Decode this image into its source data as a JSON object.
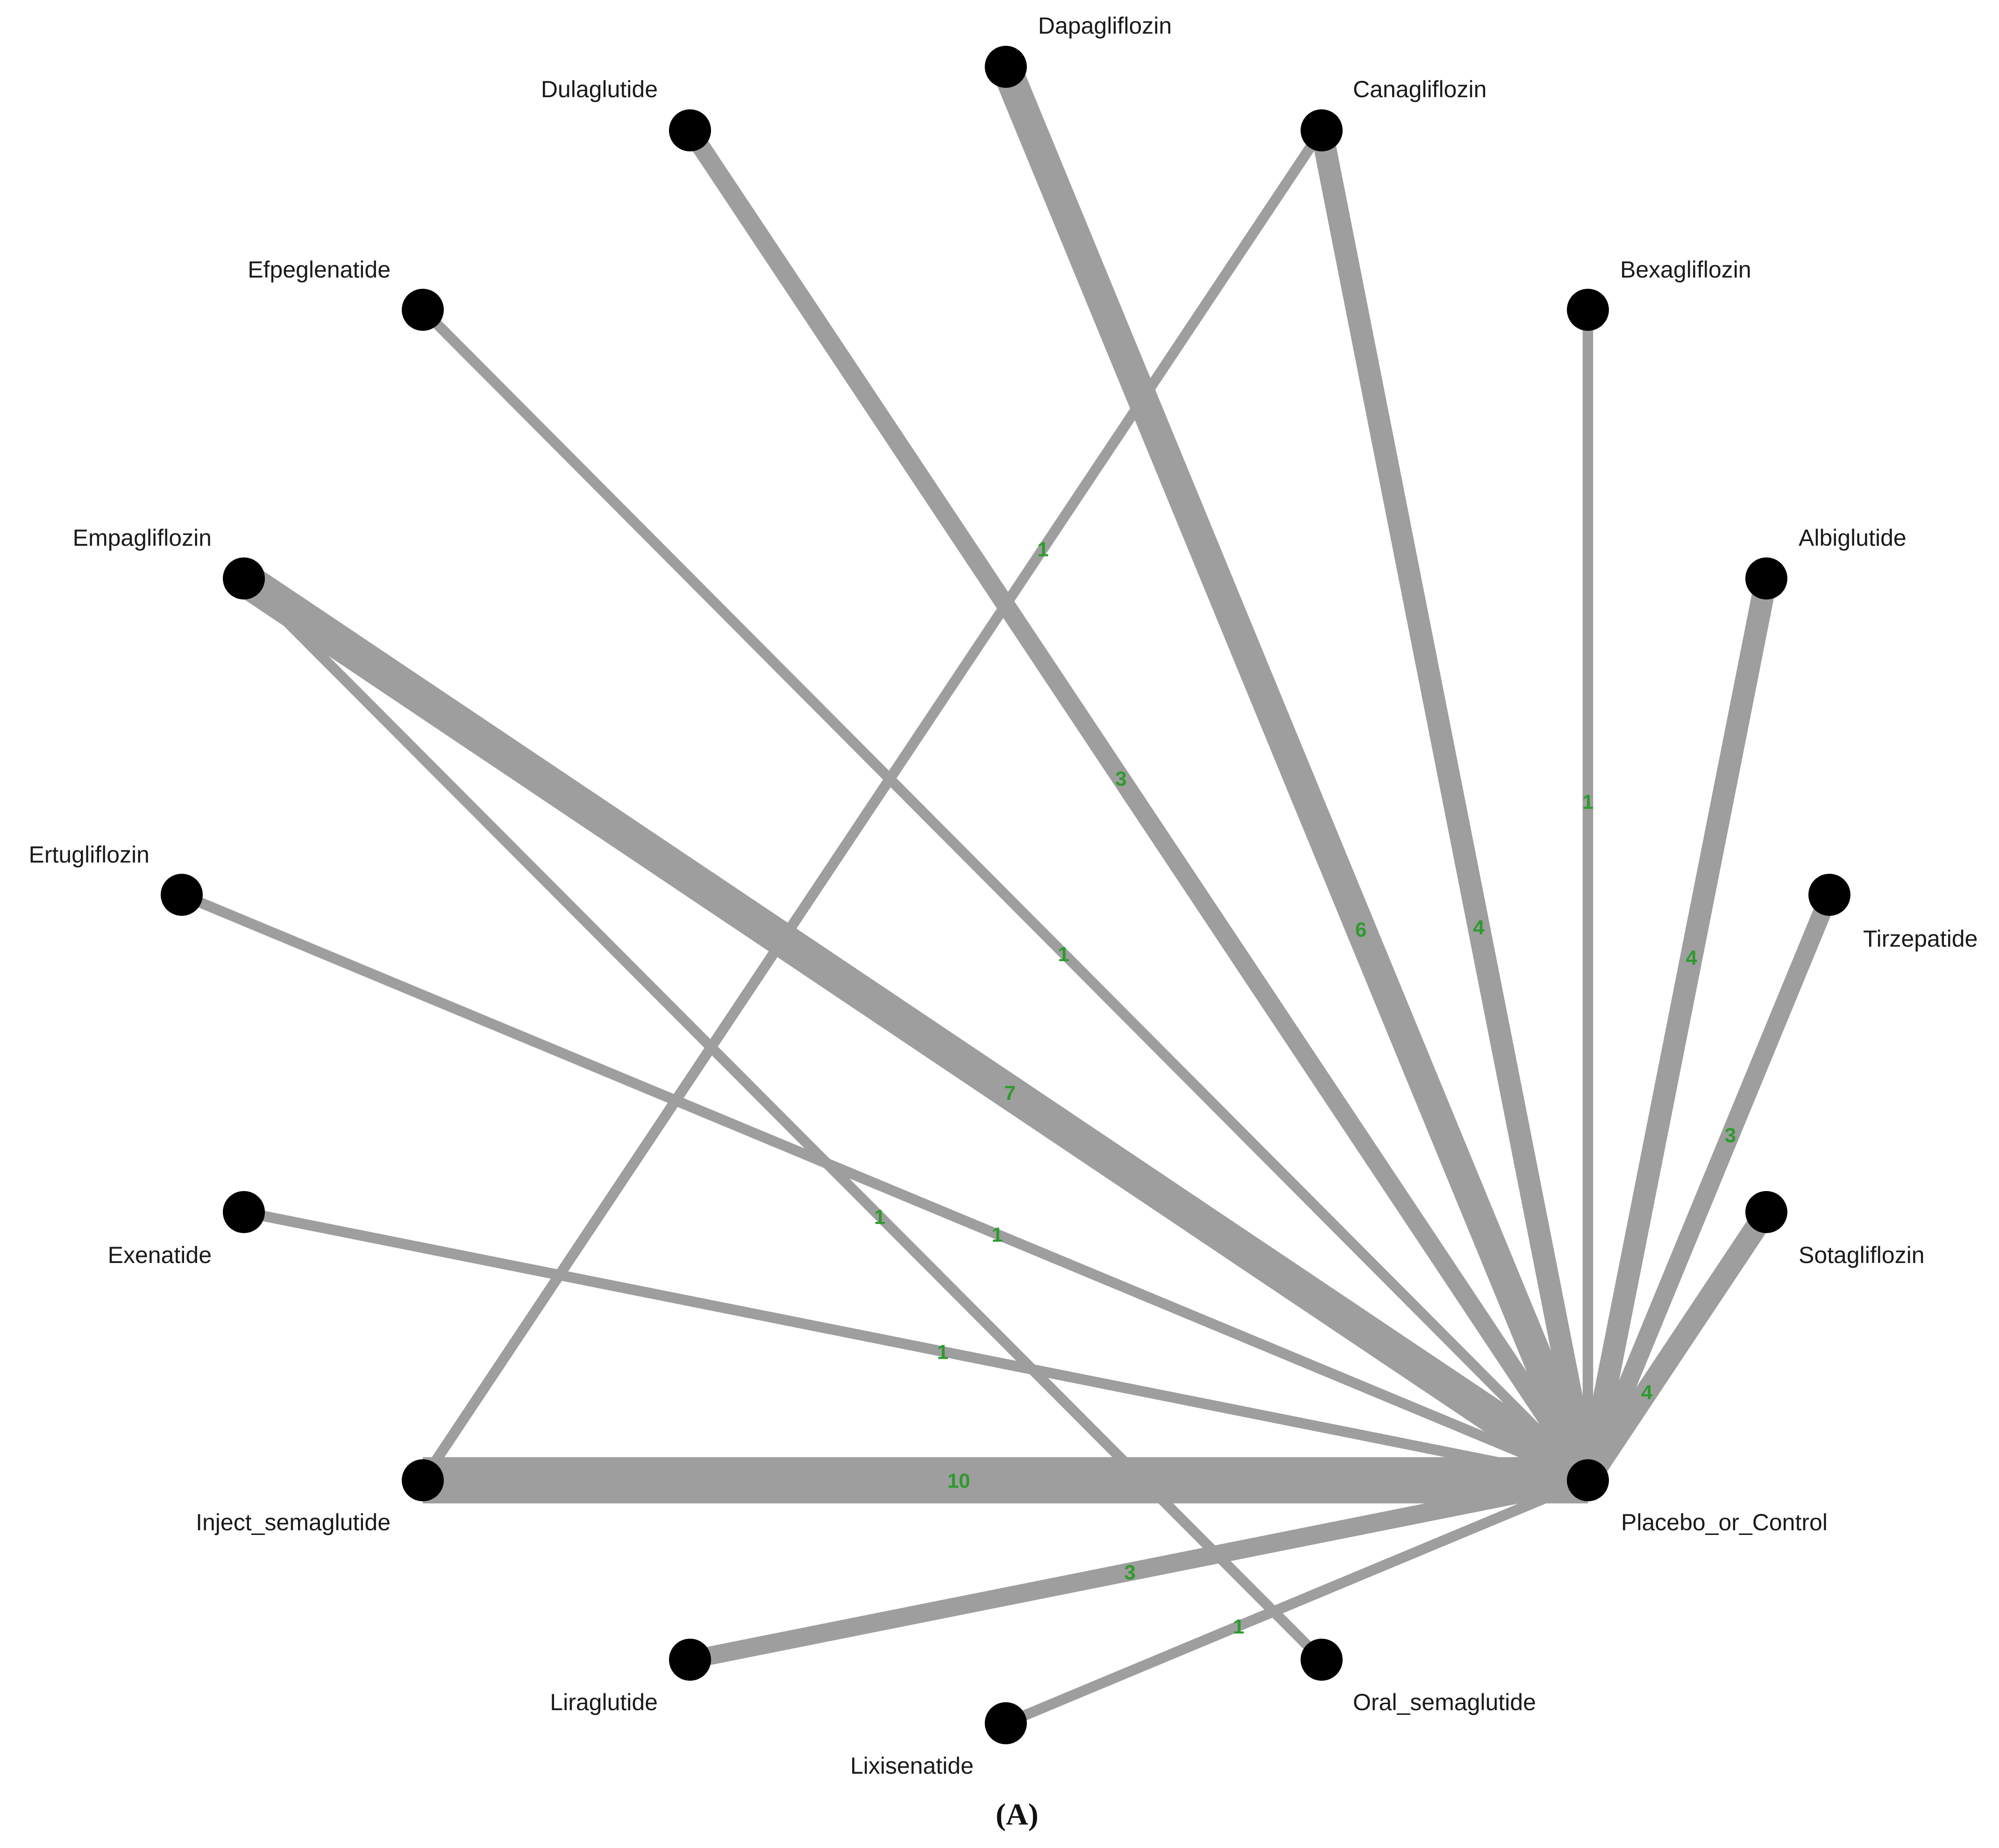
{
  "caption": "(A)",
  "colors": {
    "edge": "#9e9e9e",
    "node": "#000000",
    "edge_label": "#2e9a2e",
    "node_label": "#1a1a1a"
  },
  "nodes": [
    {
      "id": "placebo",
      "label": "Placebo_or_Control"
    },
    {
      "id": "dapagliflozin",
      "label": "Dapagliflozin"
    },
    {
      "id": "dulaglutide",
      "label": "Dulaglutide"
    },
    {
      "id": "canagliflozin",
      "label": "Canagliflozin"
    },
    {
      "id": "efpeglenatide",
      "label": "Efpeglenatide"
    },
    {
      "id": "bexagliflozin",
      "label": "Bexagliflozin"
    },
    {
      "id": "empagliflozin",
      "label": "Empagliflozin"
    },
    {
      "id": "albiglutide",
      "label": "Albiglutide"
    },
    {
      "id": "ertugliflozin",
      "label": "Ertugliflozin"
    },
    {
      "id": "tirzepatide",
      "label": "Tirzepatide"
    },
    {
      "id": "exenatide",
      "label": "Exenatide"
    },
    {
      "id": "sotagliflozin",
      "label": "Sotagliflozin"
    },
    {
      "id": "inject_semaglutide",
      "label": "Inject_semaglutide"
    },
    {
      "id": "liraglutide",
      "label": "Liraglutide"
    },
    {
      "id": "oral_semaglutide",
      "label": "Oral_semaglutide"
    },
    {
      "id": "lixisenatide",
      "label": "Lixisenatide"
    }
  ],
  "edges": [
    {
      "source": "dapagliflozin",
      "target": "placebo",
      "label": "6",
      "trials": 6
    },
    {
      "source": "dulaglutide",
      "target": "placebo",
      "label": "3",
      "trials": 3
    },
    {
      "source": "canagliflozin",
      "target": "placebo",
      "label": "4",
      "trials": 4
    },
    {
      "source": "canagliflozin",
      "target": "inject_semaglutide",
      "label": "1",
      "trials": 1
    },
    {
      "source": "efpeglenatide",
      "target": "placebo",
      "label": "1",
      "trials": 1
    },
    {
      "source": "bexagliflozin",
      "target": "placebo",
      "label": "1",
      "trials": 1
    },
    {
      "source": "empagliflozin",
      "target": "placebo",
      "label": "7",
      "trials": 7
    },
    {
      "source": "empagliflozin",
      "target": "oral_semaglutide",
      "label": "1",
      "trials": 1
    },
    {
      "source": "albiglutide",
      "target": "placebo",
      "label": "4",
      "trials": 4
    },
    {
      "source": "ertugliflozin",
      "target": "placebo",
      "label": "1",
      "trials": 1
    },
    {
      "source": "tirzepatide",
      "target": "placebo",
      "label": "3",
      "trials": 3
    },
    {
      "source": "exenatide",
      "target": "placebo",
      "label": "1",
      "trials": 1
    },
    {
      "source": "sotagliflozin",
      "target": "placebo",
      "label": "4",
      "trials": 4
    },
    {
      "source": "inject_semaglutide",
      "target": "placebo",
      "label": "10",
      "trials": 10
    },
    {
      "source": "liraglutide",
      "target": "placebo",
      "label": "3",
      "trials": 3
    },
    {
      "source": "lixisenatide",
      "target": "placebo",
      "label": "1",
      "trials": 1
    }
  ]
}
